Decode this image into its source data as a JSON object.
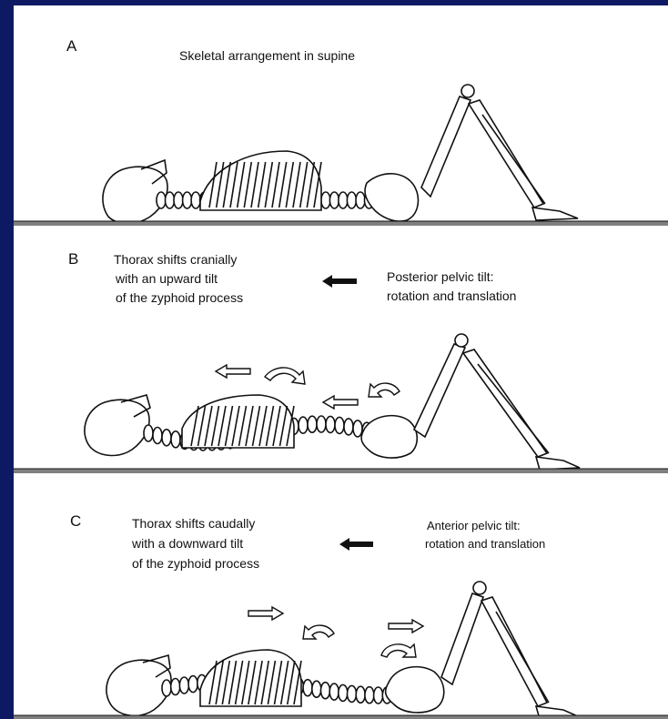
{
  "colors": {
    "background": "#0d1a63",
    "panel": "#ffffff",
    "ink": "#111111",
    "floor": "#808080"
  },
  "panels": [
    {
      "letter": "A",
      "title": "Skeletal arrangement in supine"
    },
    {
      "letter": "B",
      "left_lines": [
        "Thorax shifts cranially",
        "with an upward tilt",
        "of the zyphoid process"
      ],
      "right_lines": [
        "Posterior pelvic tilt:",
        "rotation and translation"
      ]
    },
    {
      "letter": "C",
      "left_lines": [
        "Thorax shifts caudally",
        "with a downward tilt",
        "of the zyphoid process"
      ],
      "right_lines": [
        "Anterior pelvic tilt:",
        "rotation and translation"
      ]
    }
  ]
}
